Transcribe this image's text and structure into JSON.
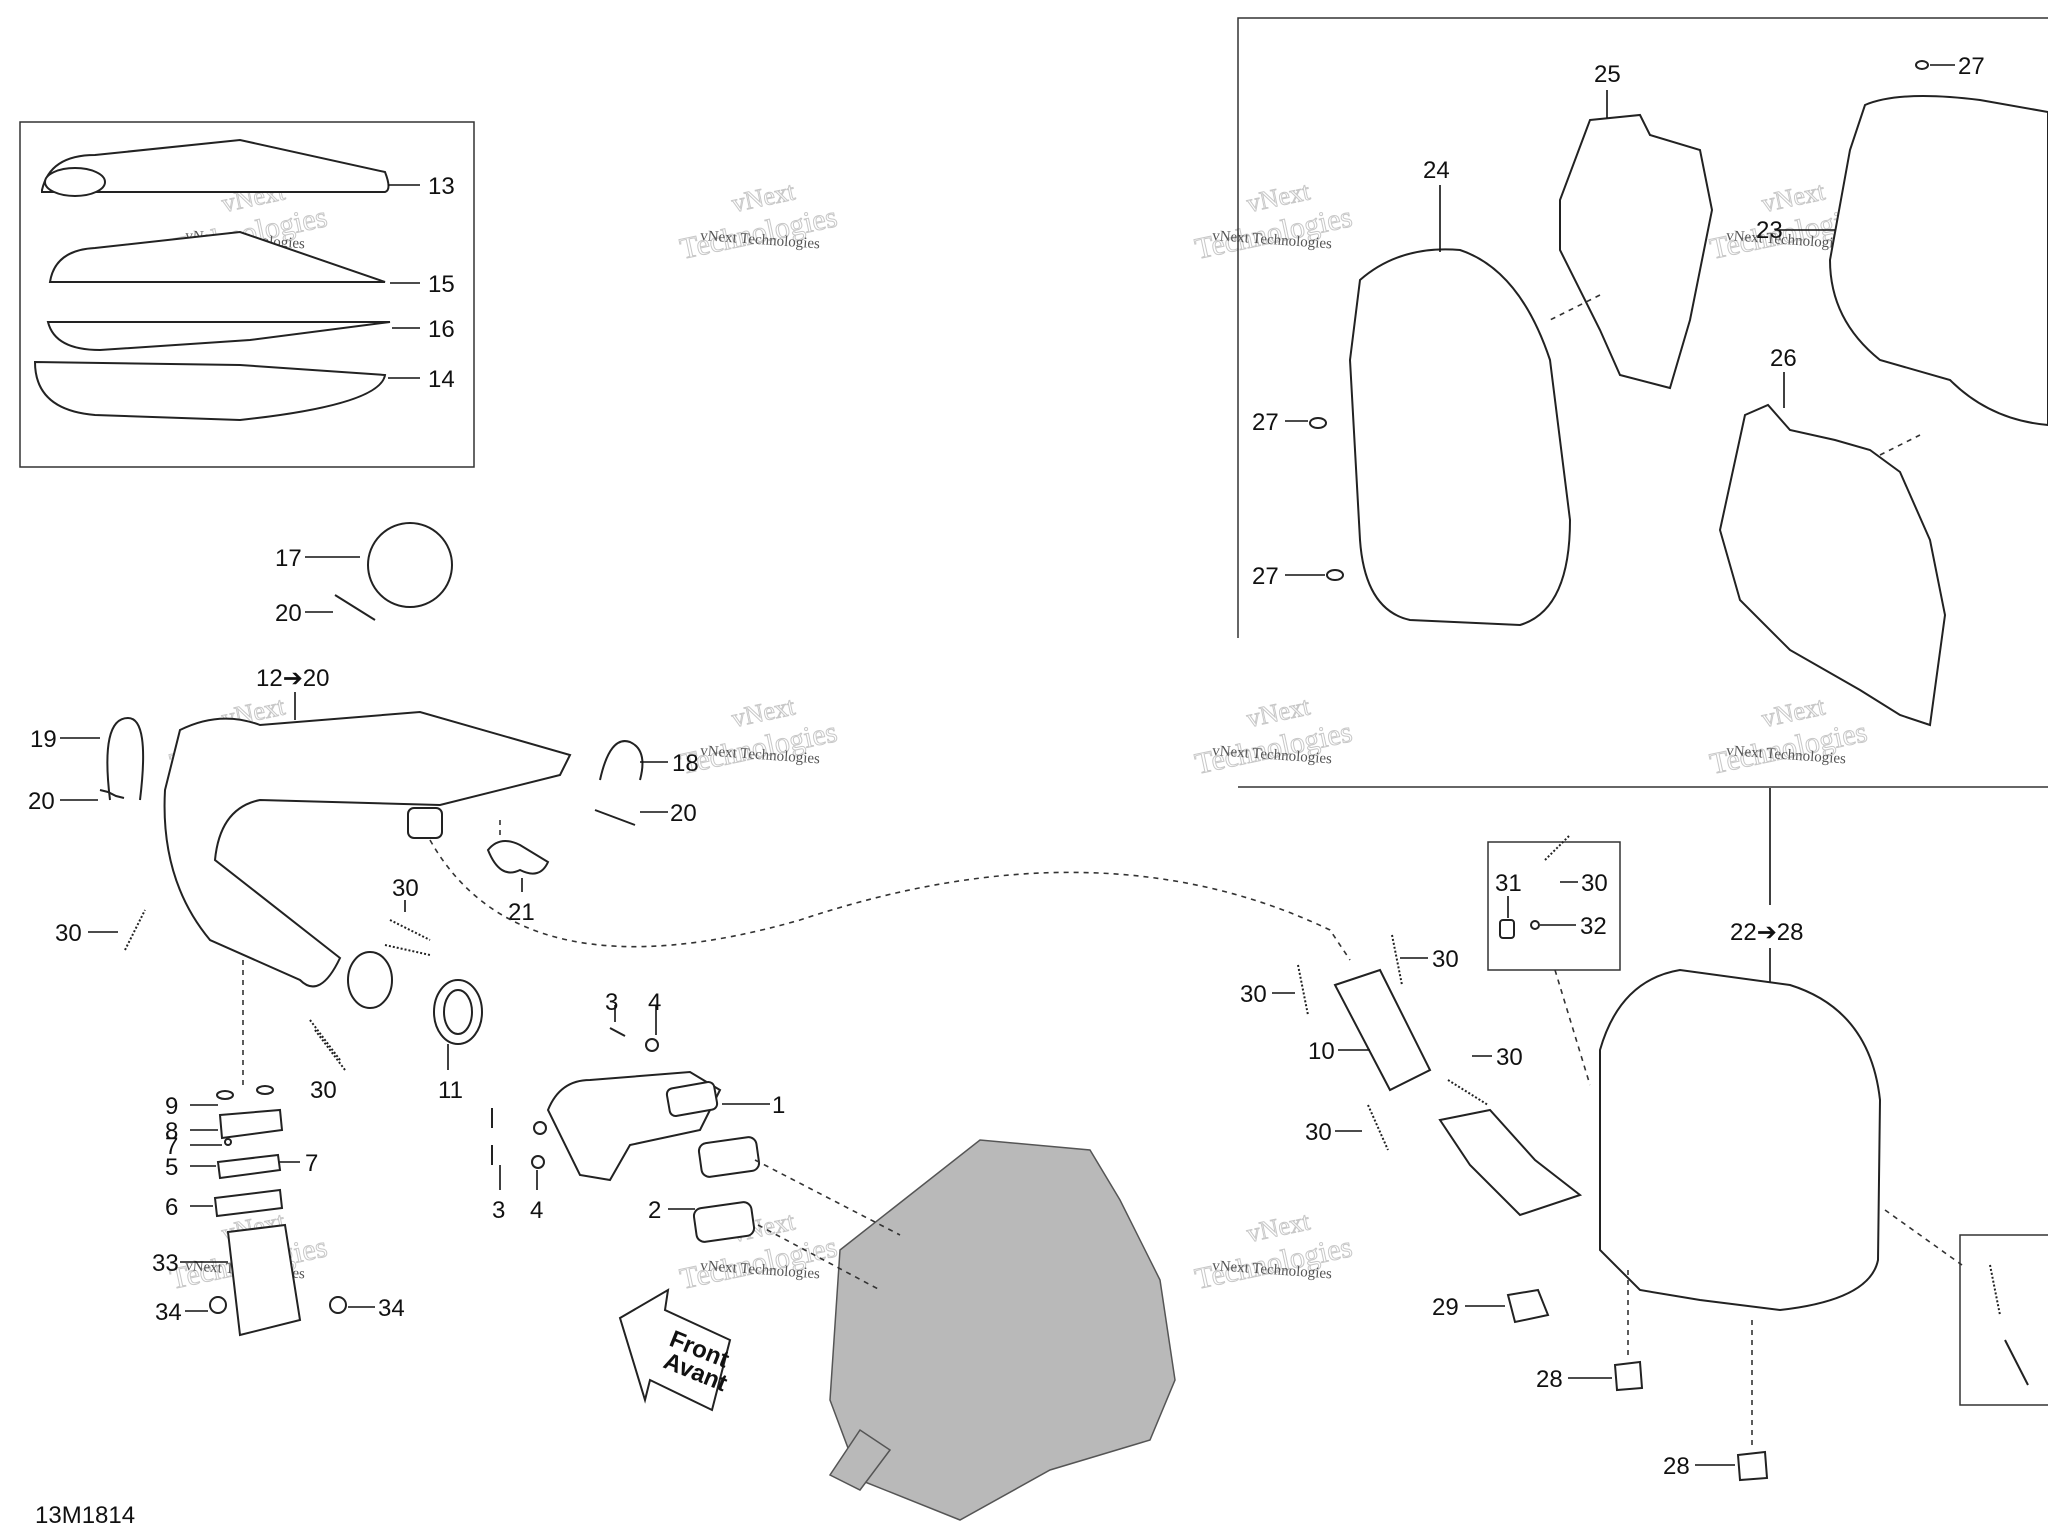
{
  "diagram_id": "13M1814",
  "watermark": {
    "line1": "vNext Technologies",
    "line2": "vNext",
    "line3": "Technologies"
  },
  "front_arrow": {
    "line1": "Front",
    "line2": "Avant"
  },
  "callouts": {
    "c1": "1",
    "c2": "2",
    "c3a": "3",
    "c3b": "3",
    "c4a": "4",
    "c4b": "4",
    "c5": "5",
    "c6": "6",
    "c7a": "7",
    "c7b": "7",
    "c8": "8",
    "c9": "9",
    "c10": "10",
    "c11": "11",
    "c12": "12➔20",
    "c13": "13",
    "c14": "14",
    "c15": "15",
    "c16": "16",
    "c17": "17",
    "c18": "18",
    "c19": "19",
    "c20a": "20",
    "c20b": "20",
    "c20c": "20",
    "c21": "21",
    "c22": "22➔28",
    "c23": "23",
    "c24": "24",
    "c25": "25",
    "c26": "26",
    "c27a": "27",
    "c27b": "27",
    "c27c": "27",
    "c28a": "28",
    "c28b": "28",
    "c29": "29",
    "c30a": "30",
    "c30b": "30",
    "c30c": "30",
    "c30d": "30",
    "c30e": "30",
    "c30f": "30",
    "c30g": "30",
    "c30h": "30",
    "c31": "31",
    "c32": "32",
    "c33": "33",
    "c34a": "34",
    "c34b": "34"
  }
}
